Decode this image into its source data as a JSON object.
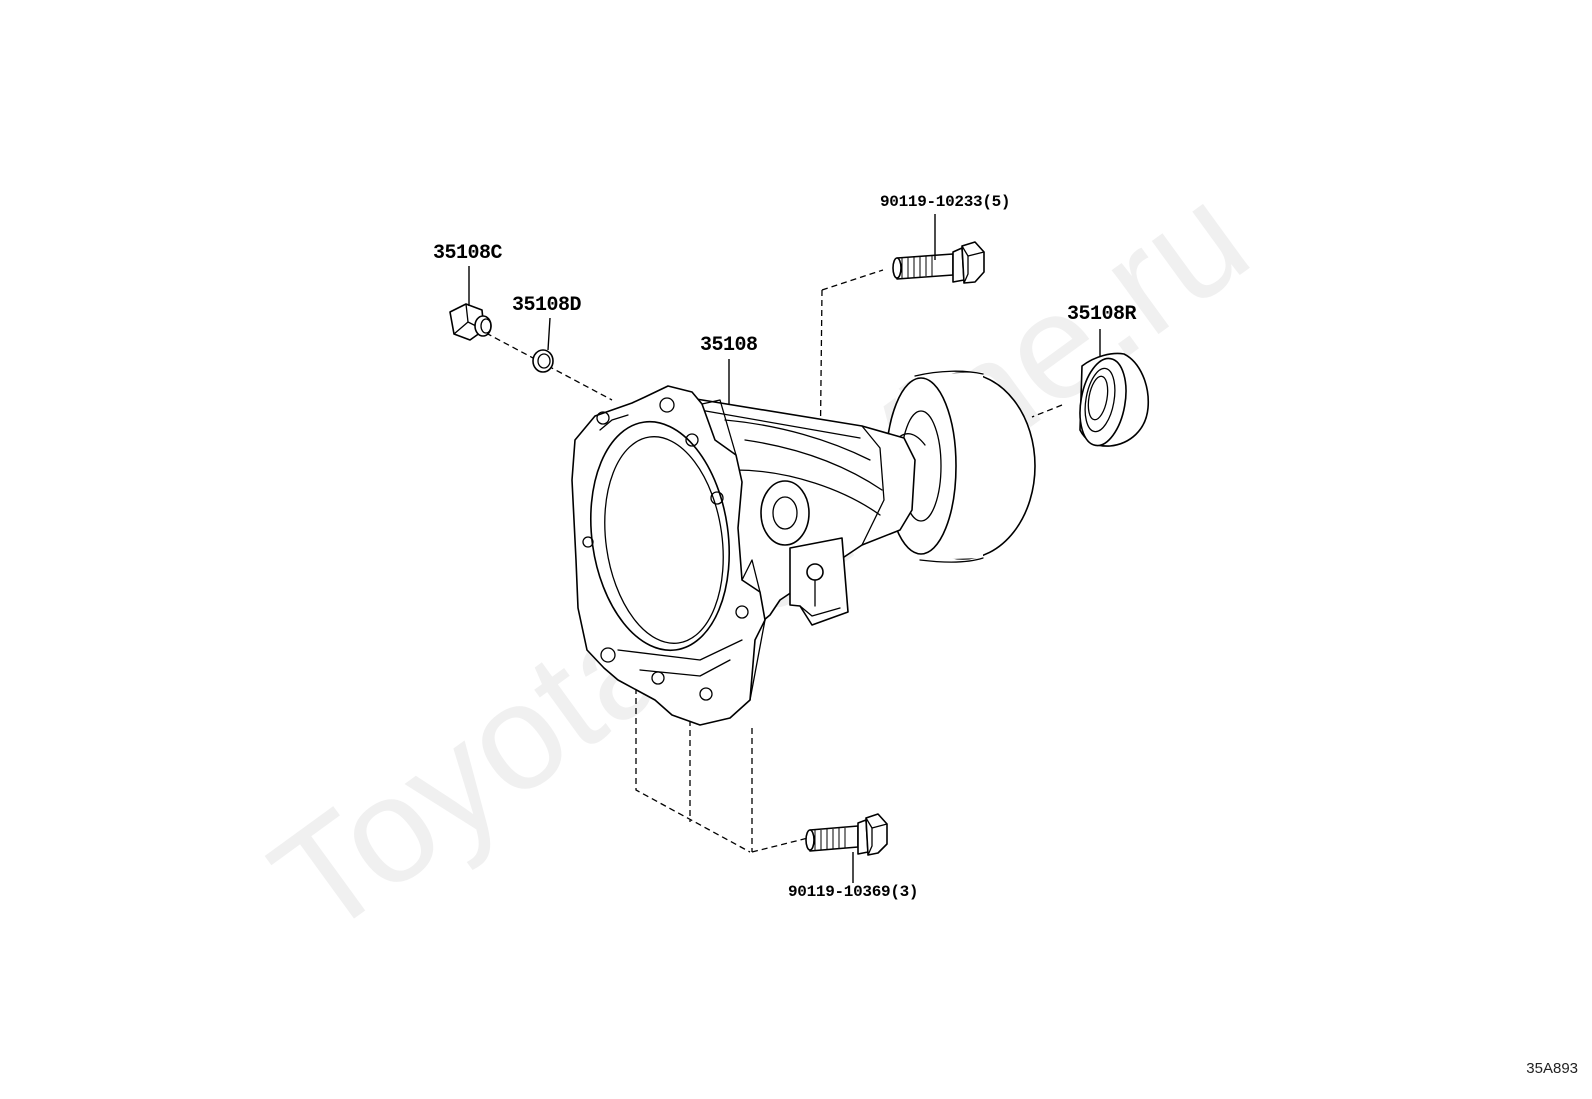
{
  "watermark": "ToyotaCarVine.ru",
  "diagram_code": "35A893",
  "parts": {
    "p35108": "35108",
    "p35108c": "35108C",
    "p35108d": "35108D",
    "p35108r": "35108R",
    "bolt_top": "90119-10233(5)",
    "bolt_bottom": "90119-10369(3)"
  }
}
